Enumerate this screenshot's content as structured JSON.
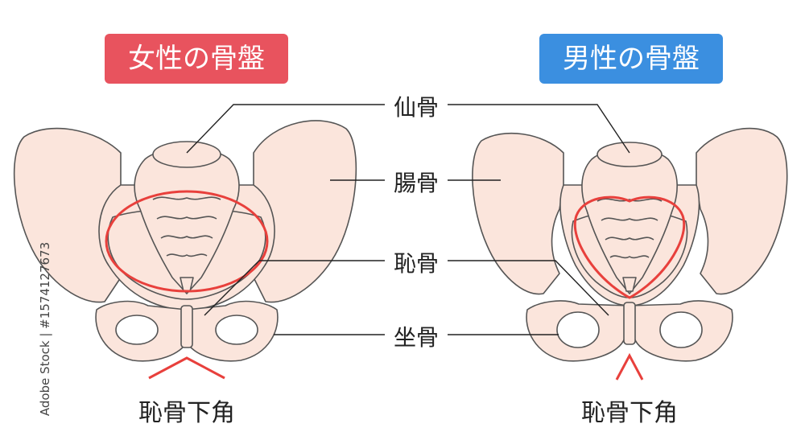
{
  "titles": {
    "female": "女性の骨盤",
    "male": "男性の骨盤"
  },
  "labels": {
    "sacrum": "仙骨",
    "ilium": "腸骨",
    "pubis": "恥骨",
    "ischium": "坐骨"
  },
  "angle_labels": {
    "female": "恥骨下角",
    "male": "恥骨下角"
  },
  "watermark": "Adobe Stock | #1574127673",
  "colors": {
    "bone_fill": "#fbe5dc",
    "outline": "#555555",
    "highlight": "#e8403c",
    "female_badge": "#e8535e",
    "male_badge": "#3b8fe0"
  }
}
